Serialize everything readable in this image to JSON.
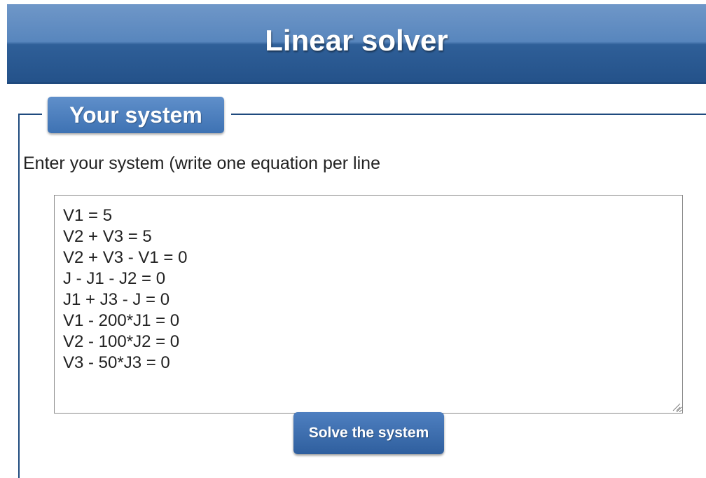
{
  "header": {
    "title": "Linear solver"
  },
  "system_section": {
    "legend": "Your system",
    "instructions": "Enter your system (write one equation per line",
    "equations_value": "V1 = 5\nV2 + V3 = 5\nV2 + V3 - V1 = 0\nJ - J1 - J2 = 0\nJ1 + J3 - J = 0\nV1 - 200*J1 = 0\nV2 - 100*J2 = 0\nV3 - 50*J3 = 0",
    "solve_label": "Solve the system"
  },
  "colors": {
    "header_blue": "#24528a",
    "legend_blue": "#3e72b3",
    "button_blue": "#2f5f9e",
    "border_dark_blue": "#1f4a7e"
  },
  "icons": {
    "resize_grip": "resize-grip-icon"
  }
}
